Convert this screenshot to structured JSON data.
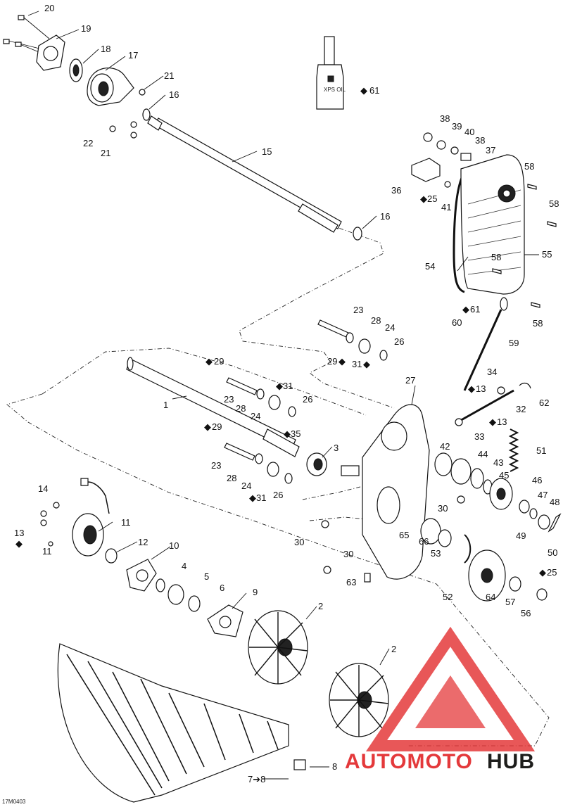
{
  "diagram": {
    "figure_code": "17M0403",
    "oil_glyph": "◆",
    "watermark": {
      "text_part1": "AUTOMOTO",
      "text_part2": "HUB",
      "color_red": "#e4393b",
      "color_dark": "#1d1d1b"
    },
    "callouts": [
      {
        "id": "c20",
        "text": "20"
      },
      {
        "id": "c19",
        "text": "19"
      },
      {
        "id": "c18",
        "text": "18"
      },
      {
        "id": "c17",
        "text": "17"
      },
      {
        "id": "c21a",
        "text": "21"
      },
      {
        "id": "c16a",
        "text": "16"
      },
      {
        "id": "c22",
        "text": "22"
      },
      {
        "id": "c21b",
        "text": "21"
      },
      {
        "id": "c15",
        "text": "15"
      },
      {
        "id": "c16b",
        "text": "16"
      },
      {
        "id": "c61a",
        "text": "61"
      },
      {
        "id": "c38a",
        "text": "38"
      },
      {
        "id": "c39",
        "text": "39"
      },
      {
        "id": "c40",
        "text": "40"
      },
      {
        "id": "c38b",
        "text": "38"
      },
      {
        "id": "c37",
        "text": "37"
      },
      {
        "id": "c58a",
        "text": "58"
      },
      {
        "id": "c36",
        "text": "36"
      },
      {
        "id": "c25a",
        "text": "25"
      },
      {
        "id": "c41",
        "text": "41"
      },
      {
        "id": "c58b",
        "text": "58"
      },
      {
        "id": "c54",
        "text": "54"
      },
      {
        "id": "c58c",
        "text": "58"
      },
      {
        "id": "c55",
        "text": "55"
      },
      {
        "id": "c61b",
        "text": "61"
      },
      {
        "id": "c58d",
        "text": "58"
      },
      {
        "id": "c23a",
        "text": "23"
      },
      {
        "id": "c28a",
        "text": "28"
      },
      {
        "id": "c60",
        "text": "60"
      },
      {
        "id": "c24a",
        "text": "24"
      },
      {
        "id": "c59",
        "text": "59"
      },
      {
        "id": "c26a",
        "text": "26"
      },
      {
        "id": "c29a",
        "text": "29"
      },
      {
        "id": "c31a",
        "text": "31"
      },
      {
        "id": "c29b",
        "text": "29"
      },
      {
        "id": "c27",
        "text": "27"
      },
      {
        "id": "c34",
        "text": "34"
      },
      {
        "id": "c31b",
        "text": "31"
      },
      {
        "id": "c13a",
        "text": "13"
      },
      {
        "id": "c62",
        "text": "62"
      },
      {
        "id": "c23b",
        "text": "23"
      },
      {
        "id": "c28b",
        "text": "28"
      },
      {
        "id": "c24b",
        "text": "24"
      },
      {
        "id": "c1",
        "text": "1"
      },
      {
        "id": "c26b",
        "text": "26"
      },
      {
        "id": "c32",
        "text": "32"
      },
      {
        "id": "c29c",
        "text": "29"
      },
      {
        "id": "c35",
        "text": "35"
      },
      {
        "id": "c33",
        "text": "33"
      },
      {
        "id": "c13b",
        "text": "13"
      },
      {
        "id": "c3",
        "text": "3"
      },
      {
        "id": "c42",
        "text": "42"
      },
      {
        "id": "c44",
        "text": "44"
      },
      {
        "id": "c51",
        "text": "51"
      },
      {
        "id": "c23c",
        "text": "23"
      },
      {
        "id": "c43",
        "text": "43"
      },
      {
        "id": "c28c",
        "text": "28"
      },
      {
        "id": "c45",
        "text": "45"
      },
      {
        "id": "c46",
        "text": "46"
      },
      {
        "id": "c14",
        "text": "14"
      },
      {
        "id": "c24c",
        "text": "24"
      },
      {
        "id": "c26c",
        "text": "26"
      },
      {
        "id": "c47",
        "text": "47"
      },
      {
        "id": "c31c",
        "text": "31"
      },
      {
        "id": "c30a",
        "text": "30"
      },
      {
        "id": "c48",
        "text": "48"
      },
      {
        "id": "c11a",
        "text": "11"
      },
      {
        "id": "c13c",
        "text": "13"
      },
      {
        "id": "c49",
        "text": "49"
      },
      {
        "id": "c12",
        "text": "12"
      },
      {
        "id": "c30b",
        "text": "30"
      },
      {
        "id": "c50",
        "text": "50"
      },
      {
        "id": "c10",
        "text": "10"
      },
      {
        "id": "c65",
        "text": "65"
      },
      {
        "id": "c66",
        "text": "66"
      },
      {
        "id": "c11b",
        "text": "11"
      },
      {
        "id": "c53",
        "text": "53"
      },
      {
        "id": "c4",
        "text": "4"
      },
      {
        "id": "c30c",
        "text": "30"
      },
      {
        "id": "c5",
        "text": "5"
      },
      {
        "id": "c63",
        "text": "63"
      },
      {
        "id": "c25b",
        "text": "25"
      },
      {
        "id": "c6",
        "text": "6"
      },
      {
        "id": "c52",
        "text": "52"
      },
      {
        "id": "c64",
        "text": "64"
      },
      {
        "id": "c9",
        "text": "9"
      },
      {
        "id": "c57",
        "text": "57"
      },
      {
        "id": "c56",
        "text": "56"
      },
      {
        "id": "c2a",
        "text": "2"
      },
      {
        "id": "c2b",
        "text": "2"
      },
      {
        "id": "c78",
        "text": "7➔8"
      },
      {
        "id": "c8",
        "text": "8"
      }
    ]
  }
}
